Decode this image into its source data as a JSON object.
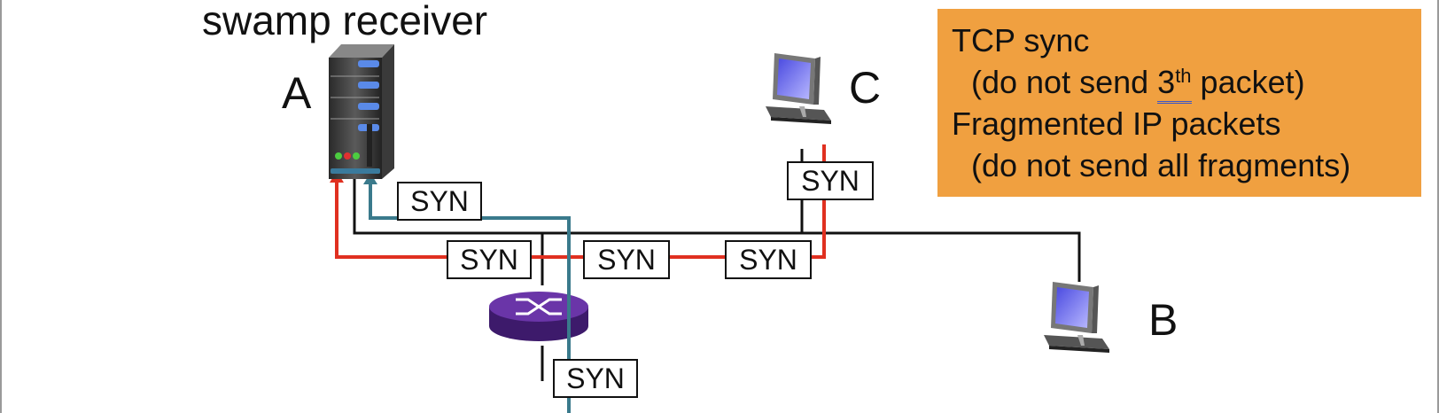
{
  "title": "swamp receiver",
  "nodes": {
    "server_label": "A",
    "host_b_label": "B",
    "host_c_label": "C"
  },
  "packets": {
    "syn_1": "SYN",
    "syn_2": "SYN",
    "syn_3": "SYN",
    "syn_4": "SYN",
    "syn_5": "SYN",
    "syn_6": "SYN"
  },
  "note": {
    "line1": "TCP sync",
    "line2_pre": "(do not send ",
    "line2_num": "3",
    "line2_suffix": "th",
    "line2_post": " packet)",
    "line3": "Fragmented IP packets",
    "line4": "(do not send all fragments)"
  },
  "colors": {
    "attack_path": "#e03020",
    "syn_path": "#3a7a8c",
    "network_link": "#111111",
    "note_background": "#f0a040",
    "router": "#5a2b8c"
  },
  "icons": [
    "server-icon",
    "desktop-computer-icon",
    "router-icon"
  ]
}
